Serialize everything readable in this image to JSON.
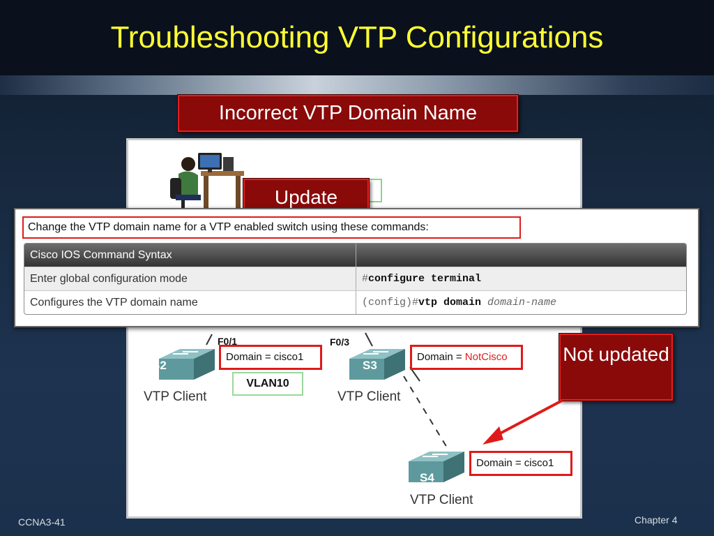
{
  "slide": {
    "title": "Troubleshooting VTP Configurations",
    "subtitle": "Incorrect VTP Domain Name"
  },
  "diagram": {
    "update_label": "Update",
    "not_updated_label": "Not updated",
    "switches": [
      {
        "name": "S2",
        "role": "VTP Client",
        "port": "F0/1",
        "domain_prefix": "Domain = ",
        "domain_value": "cisco1"
      },
      {
        "name": "S3",
        "role": "VTP Client",
        "port": "F0/3",
        "domain_prefix": "Domain = ",
        "domain_value": "NotCisco"
      },
      {
        "name": "S4",
        "role": "VTP Client",
        "domain_prefix": "Domain = ",
        "domain_value": "cisco1"
      }
    ],
    "vlan_label": "VLAN10"
  },
  "command_panel": {
    "heading": "Change the VTP domain name for a VTP enabled switch using these commands:",
    "table": {
      "header": [
        "Cisco IOS Command Syntax",
        ""
      ],
      "rows": [
        {
          "description": "Enter global configuration mode",
          "prompt": "#",
          "command": "configure terminal",
          "argument": ""
        },
        {
          "description": "Configures the VTP domain name",
          "prompt": "(config)#",
          "command": "vtp domain",
          "argument": "domain-name"
        }
      ]
    }
  },
  "footer": {
    "left": "CCNA3-41",
    "right": "Chapter 4"
  },
  "colors": {
    "title": "#ffff33",
    "label_fill": "#8a0a0a",
    "highlight_border": "#e01a1a",
    "mismatch_text": "#e0201a",
    "switch_teal": "#5e9a9d"
  },
  "icons": [
    "person-at-computer-icon",
    "switch-icon",
    "arrow-icon"
  ]
}
